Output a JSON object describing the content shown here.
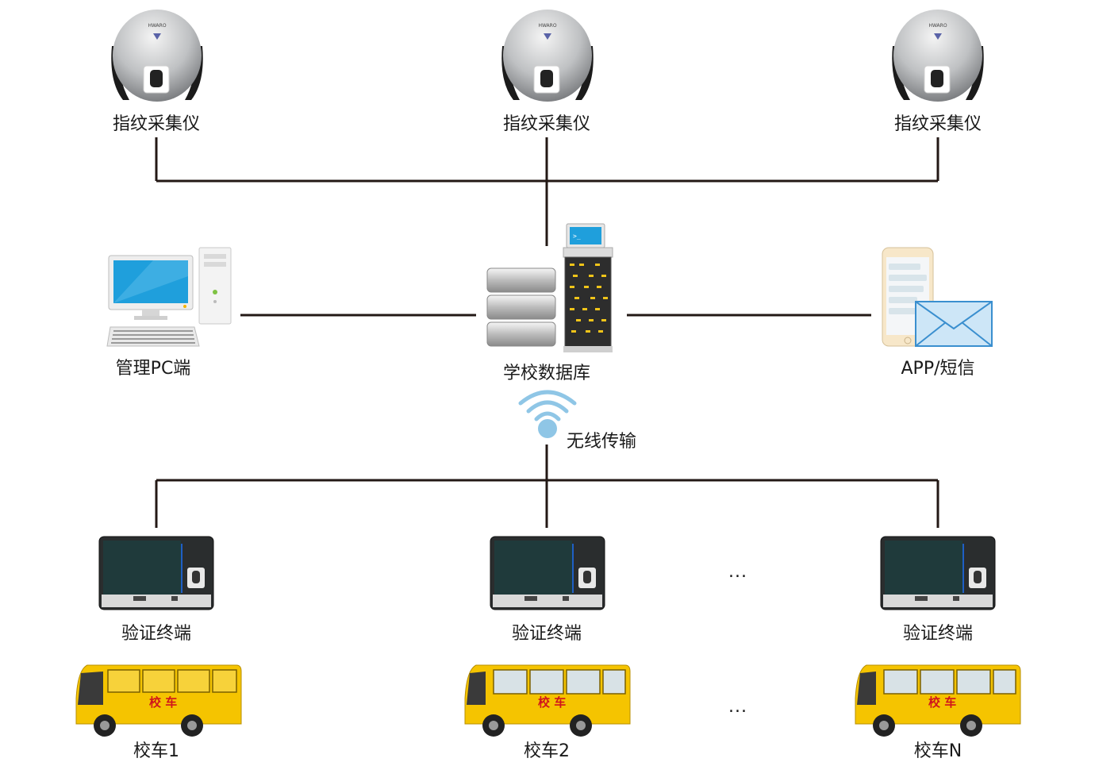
{
  "colors": {
    "line": "#231815",
    "bus_yellow": "#f5c400",
    "screen_blue": "#1f9fdc",
    "wifi": "#8fc6e6",
    "bus_text": "#d0151b"
  },
  "scanners": [
    {
      "label": "指纹采集仪",
      "brand": "HWARO",
      "icon": "fingerprint-scanner-icon"
    },
    {
      "label": "指纹采集仪",
      "brand": "HWARO",
      "icon": "fingerprint-scanner-icon"
    },
    {
      "label": "指纹采集仪",
      "brand": "HWARO",
      "icon": "fingerprint-scanner-icon"
    }
  ],
  "pc": {
    "label": "管理PC端",
    "icon": "desktop-computer-icon"
  },
  "database": {
    "label": "学校数据库",
    "icon": "database-server-icon"
  },
  "app": {
    "label": "APP/短信",
    "icon": "phone-message-icon"
  },
  "wireless": {
    "label": "无线传输",
    "icon": "wifi-icon"
  },
  "terminals": [
    {
      "label": "验证终端",
      "icon": "verification-terminal-icon"
    },
    {
      "label": "验证终端",
      "icon": "verification-terminal-icon"
    },
    {
      "label": "验证终端",
      "icon": "verification-terminal-icon"
    }
  ],
  "buses": [
    {
      "label": "校车1",
      "sign": "校  车",
      "icon": "school-bus-icon"
    },
    {
      "label": "校车2",
      "sign": "校  车",
      "icon": "school-bus-icon"
    },
    {
      "label": "校车N",
      "sign": "校  车",
      "icon": "school-bus-icon"
    }
  ],
  "ellipsis": "..."
}
